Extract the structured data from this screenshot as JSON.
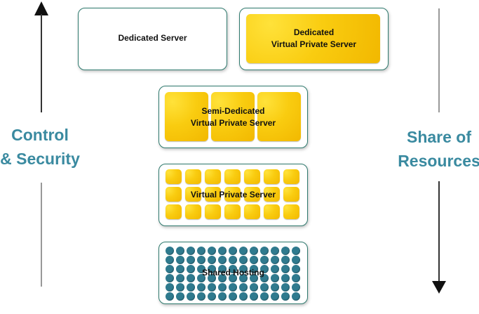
{
  "colors": {
    "accent": "#3a8aa0",
    "box_border": "#2f7a6e",
    "gold": "#f9cc10",
    "dot": "#2f7a8e",
    "arrow": "#111111"
  },
  "left_axis": {
    "lines": [
      "Control",
      "& Security"
    ],
    "direction": "up"
  },
  "right_axis": {
    "lines": [
      "Share of",
      "Resources"
    ],
    "direction": "down"
  },
  "tiers": {
    "dedicated": {
      "label": "Dedicated Server"
    },
    "dedicated_vps": {
      "lines": [
        "Dedicated",
        "Virtual Private Server"
      ]
    },
    "semi_dedicated": {
      "lines": [
        "Semi-Dedicated",
        "Virtual Private Server"
      ]
    },
    "vps": {
      "label": "Virtual Private Server"
    },
    "shared": {
      "label": "Shared Hosting"
    }
  }
}
